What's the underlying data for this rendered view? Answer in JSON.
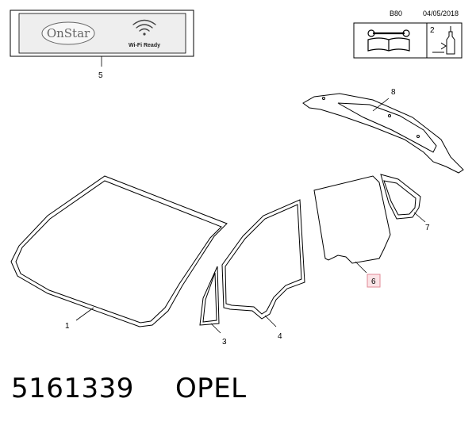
{
  "header": {
    "code": "B80",
    "date": "04/05/2018",
    "qty": "2"
  },
  "label_panel": {
    "brand": "OnStar",
    "wifi_text": "Wi-Fi Ready"
  },
  "callouts": {
    "c1": "1",
    "c3": "3",
    "c4": "4",
    "c5": "5",
    "c6": "6",
    "c7": "7",
    "c8": "8"
  },
  "footer": {
    "part_number": "5161339",
    "make": "OPEL"
  },
  "colors": {
    "line": "#000000",
    "label_panel_fill": "#eeeeee",
    "highlight_fill": "#fbe3e6",
    "highlight_border": "#e08a96"
  }
}
